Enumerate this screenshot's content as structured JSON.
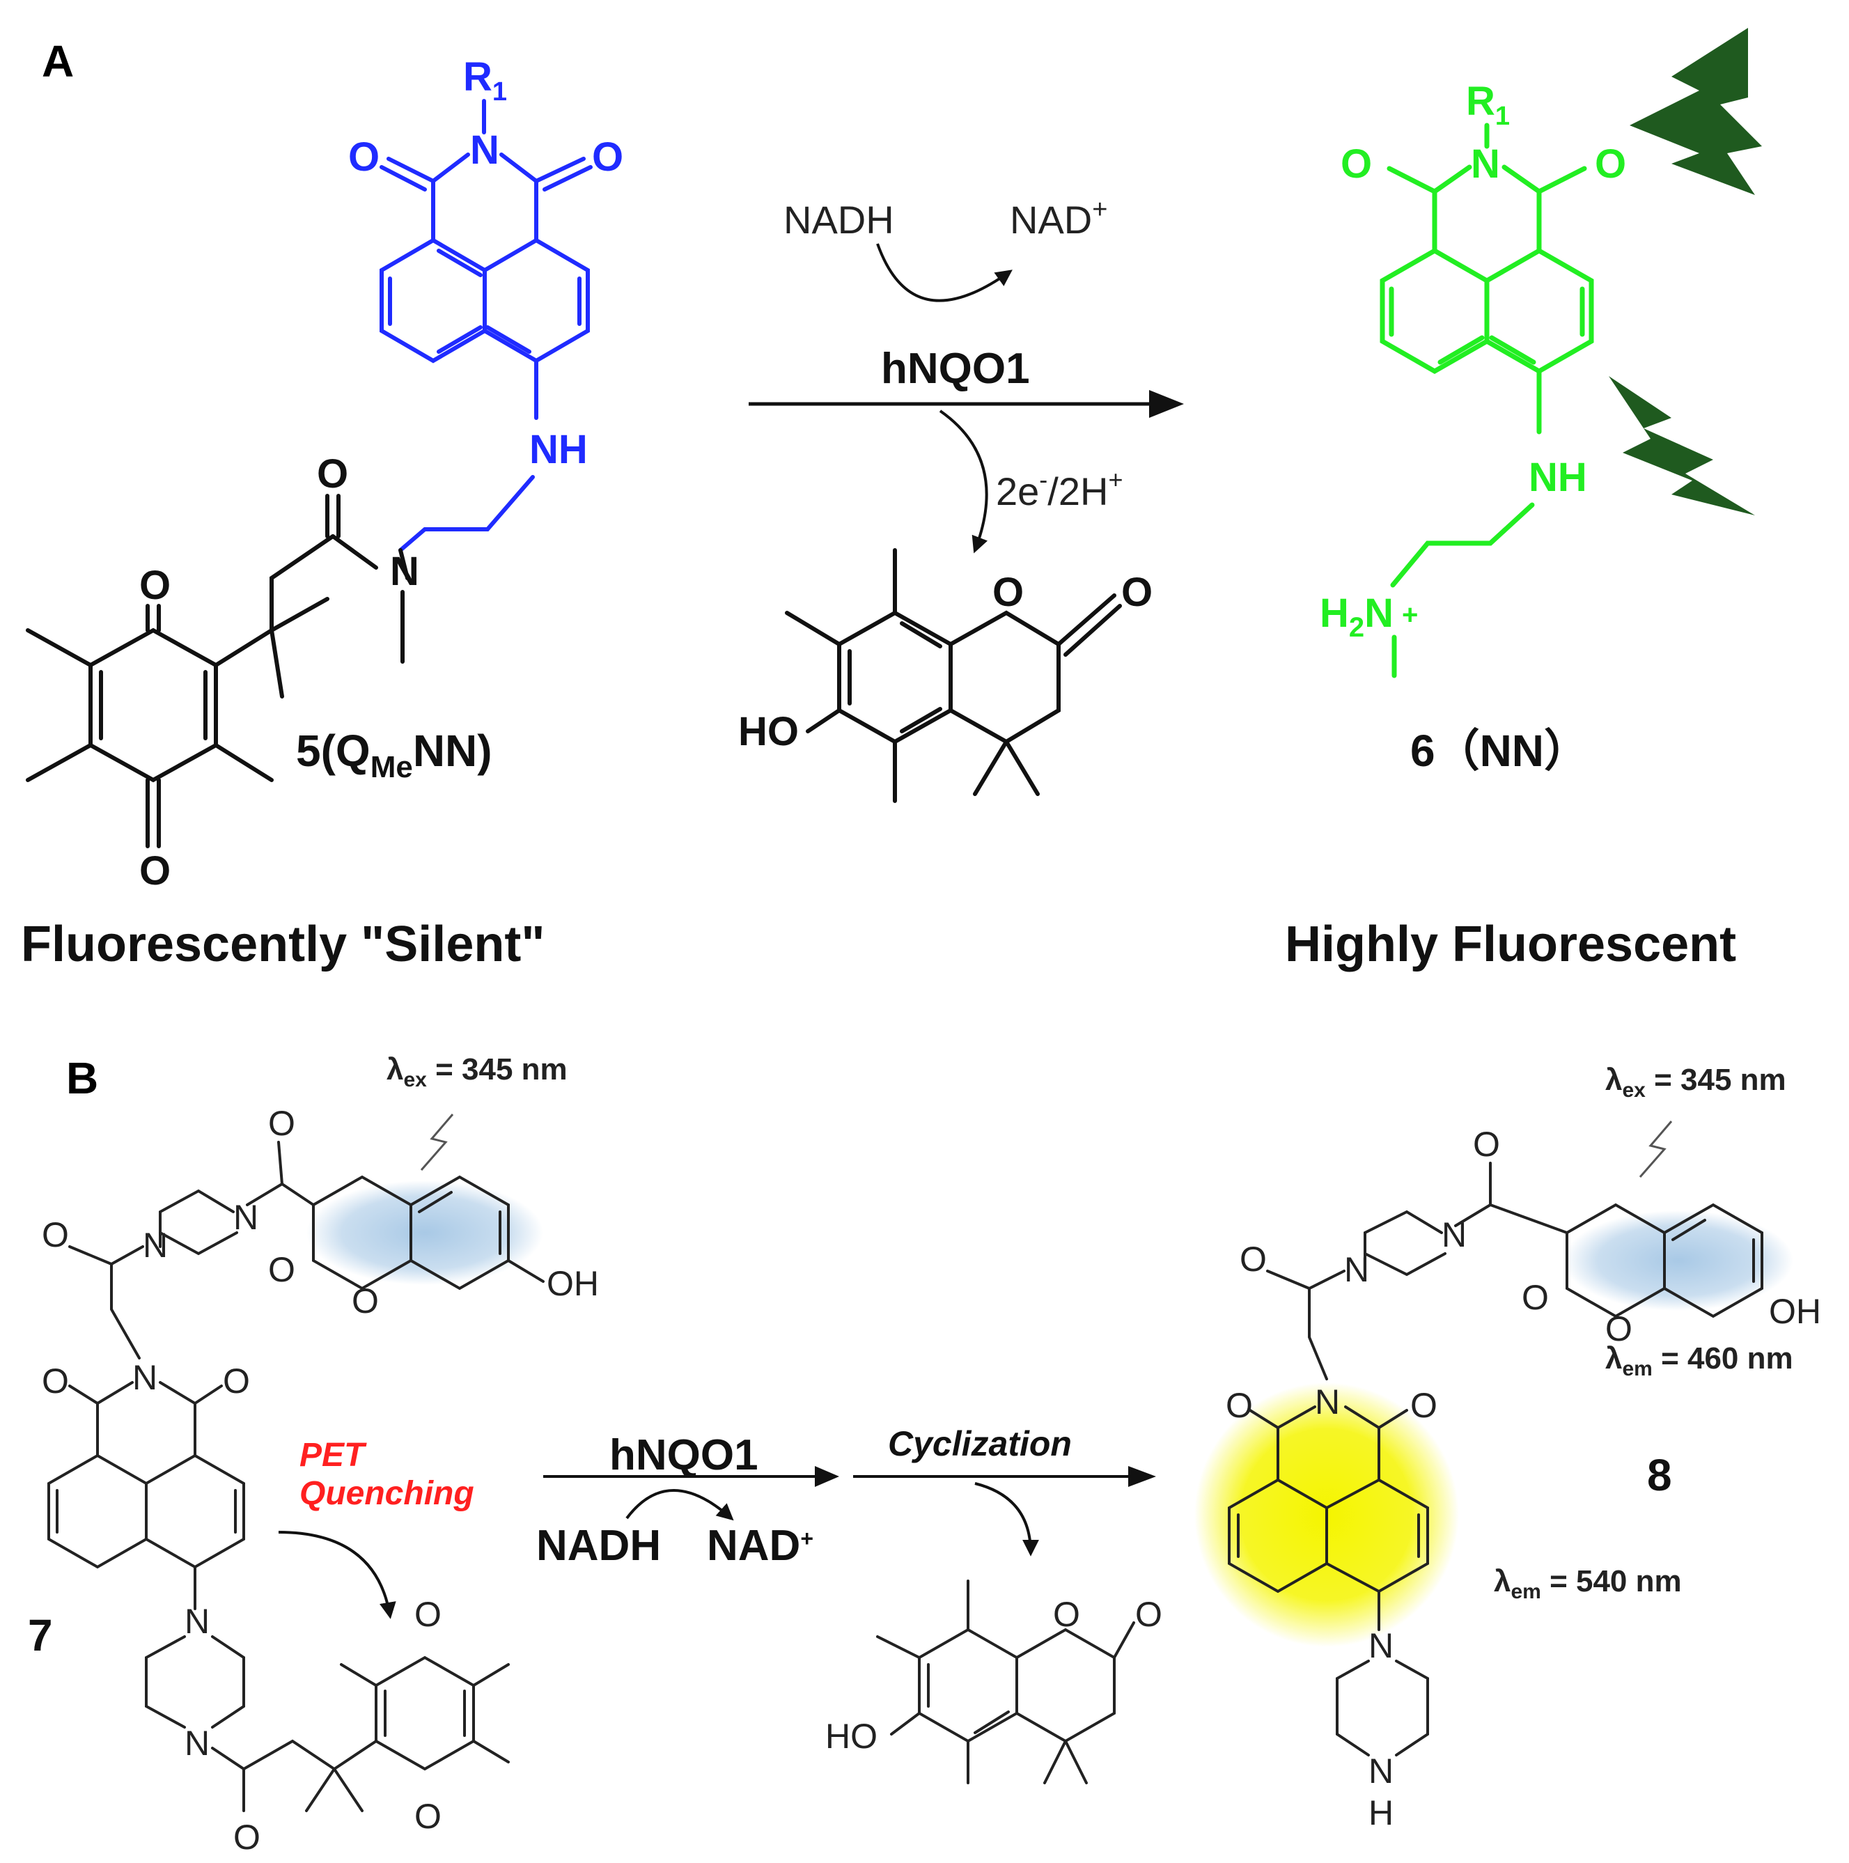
{
  "panel_a": {
    "label": "A",
    "left_caption": "Fluorescently \"Silent\"",
    "right_caption": "Highly Fluorescent",
    "compound_left": "5(Q",
    "compound_left_sub": "Me",
    "compound_left_end": "NN)",
    "compound_right": "6（NN）",
    "enzyme": "hNQO1",
    "cofactor_in": "NADH",
    "cofactor_out": "NAD",
    "cofactor_out_sup": "+",
    "electrons": "2e",
    "electrons_sup": "-",
    "protons": "/2H",
    "protons_sup": "+",
    "r_group": "R",
    "r_group_sub": "1",
    "colors": {
      "probe": "#1f2bff",
      "product": "#22ee22",
      "bolt": "#1f5a1f"
    }
  },
  "panel_b": {
    "label": "B",
    "compound_left": "7",
    "compound_right": "8",
    "pet_line1": "PET",
    "pet_line2": "Quenching",
    "enzyme": "hNQO1",
    "cofactor_in": "NADH",
    "cofactor_out": "NAD",
    "cofactor_out_sup": "+",
    "step2": "Cyclization",
    "ex_left": "λ",
    "ex_sub": "ex",
    "ex_value": " = 345 nm",
    "em_sub": "em",
    "em_460": " = 460 nm",
    "em_540": " = 540 nm",
    "colors": {
      "coumarin_glow": "#9fc3e3",
      "naphthalimide_glow": "#f5f500",
      "pet": "#ff2020"
    }
  },
  "atoms": {
    "O": "O",
    "N": "N",
    "NH": "NH",
    "HO": "HO",
    "OH": "OH",
    "H": "H",
    "H2N": "H",
    "H2N_sub": "2",
    "N_plus": "+"
  }
}
